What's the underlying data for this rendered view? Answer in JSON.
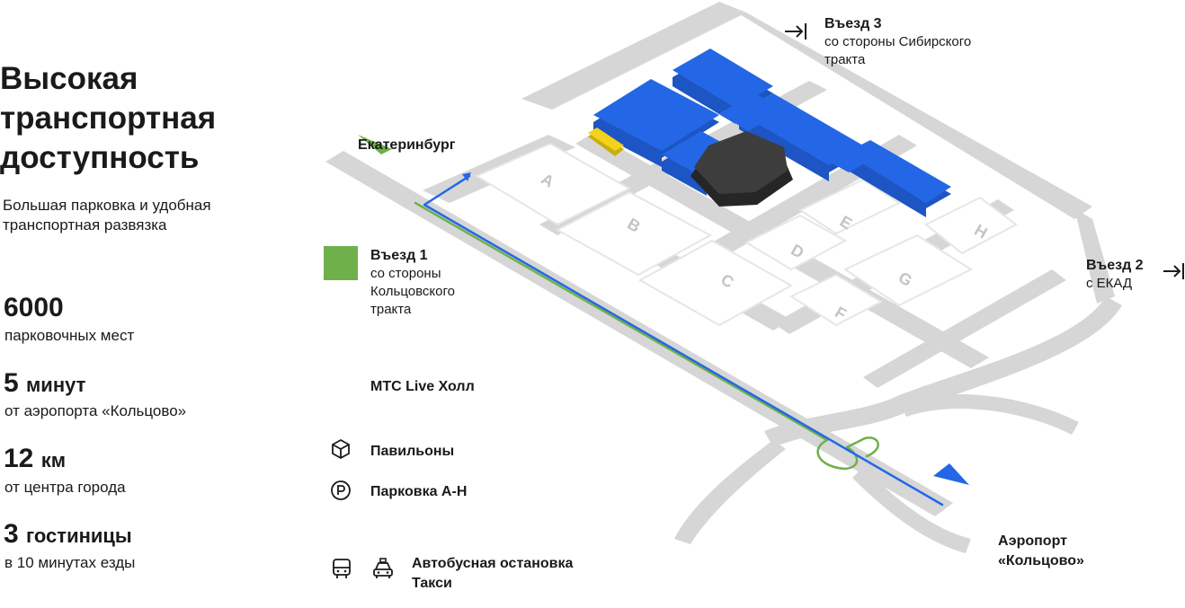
{
  "headline": [
    "Высокая",
    "транспортная",
    "доступность"
  ],
  "subheadline": [
    "Большая парковка и удобная",
    "транспортная развязка"
  ],
  "stats": [
    {
      "number": "6000",
      "unit": "",
      "caption": "парковочных мест"
    },
    {
      "number": "5",
      "unit": "минут",
      "caption": "от аэропорта «Кольцово»"
    },
    {
      "number": "12",
      "unit": "км",
      "caption": "от центра города"
    },
    {
      "number": "3",
      "unit": "гостиницы",
      "caption": "в 10 минутах езды"
    }
  ],
  "map": {
    "city_label": "Екатеринбург",
    "entry1": {
      "title": "Въезд 1",
      "lines": [
        "со стороны",
        "Кольцовского",
        "тракта"
      ]
    },
    "entry2": {
      "title": "Въезд 2",
      "lines": [
        "с ЕКАД"
      ]
    },
    "entry3": {
      "title": "Въезд 3",
      "lines": [
        "со стороны Сибирского",
        "тракта"
      ]
    },
    "airport_label": [
      "Аэропорт",
      "«Кольцово»"
    ],
    "zones": [
      "A",
      "B",
      "C",
      "D",
      "E",
      "F",
      "G",
      "H"
    ]
  },
  "legend": {
    "hall": "МТС Live Холл",
    "pavilions": "Павильоны",
    "parking": "Парковка А-Н",
    "bus_taxi": [
      "Автобусная остановка",
      "Такси"
    ]
  },
  "colors": {
    "pavilion_blue": "#2467e6",
    "route_green": "#6fb04a",
    "hall_dark": "#3d3d3d",
    "road_gray": "#d4d4d4",
    "taxi_yellow": "#f2d21b"
  },
  "icons": [
    "arrow-to-bar-icon",
    "cube-icon",
    "parking-p-icon",
    "bus-icon",
    "taxi-icon"
  ]
}
